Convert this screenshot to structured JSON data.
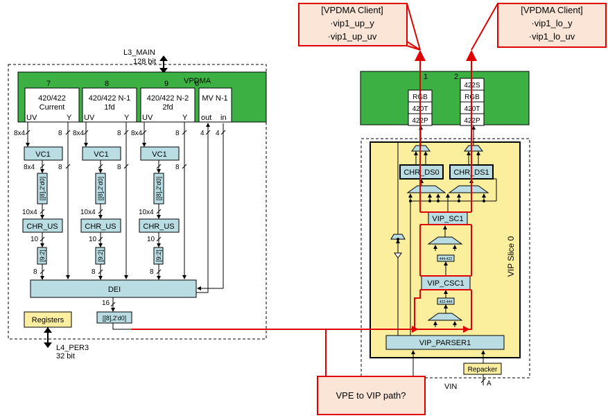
{
  "callouts": {
    "left": {
      "title": "[VPDMA Client]",
      "line1": "·vip1_up_y",
      "line2": "·vip1_up_uv"
    },
    "right": {
      "title": "[VPDMA Client]",
      "line1": "·vip1_lo_y",
      "line2": "·vip1_lo_uv"
    },
    "question": "VPE to VIP path?"
  },
  "vpe": {
    "bus_top": {
      "name": "L3_MAIN",
      "width": "128 bit"
    },
    "bus_bottom": {
      "name": "L4_PER3",
      "width": "32 bit"
    },
    "vpdma_label": "VPDMA",
    "channels": [
      {
        "num": "7",
        "line1": "420/422",
        "line2": "Current",
        "left": "UV",
        "right": "Y"
      },
      {
        "num": "8",
        "line1": "420/422 N-1",
        "line2": "1fd",
        "left": "UV",
        "right": "Y"
      },
      {
        "num": "9",
        "line1": "420/422 N-2",
        "line2": "2fd",
        "left": "UV",
        "right": "Y"
      }
    ],
    "mv": {
      "num": "6",
      "title": "MV N-1",
      "out": "out",
      "in": "in"
    },
    "vc1": "VC1",
    "chr_us": "CHR_US",
    "dei": "DEI",
    "registers": "Registers",
    "tags": {
      "pad": "[[8],2'd0]",
      "trunc": "[9:2]",
      "out_pad": "[[8],2'd0]"
    },
    "bits": {
      "8x4": "8x4",
      "8": "8",
      "10x4": "10x4",
      "10": "10",
      "4": "4",
      "16": "16"
    }
  },
  "vip": {
    "port_nums": [
      "1",
      "2"
    ],
    "port1_formats": [
      "RGB",
      "420T",
      "422P"
    ],
    "port2_formats": [
      "422S",
      "RGB",
      "420T",
      "422P"
    ],
    "chr_ds0": "CHR_DS0",
    "chr_ds1": "CHR_DS1",
    "sc": "VIP_SC1",
    "csc": "VIP_CSC1",
    "parser": "VIP_PARSER1",
    "slice": "VIP Slice 0",
    "conv1": "444-422",
    "conv2": "422-444",
    "repacker": "Repacker",
    "vin": "VIN",
    "a": "A"
  }
}
